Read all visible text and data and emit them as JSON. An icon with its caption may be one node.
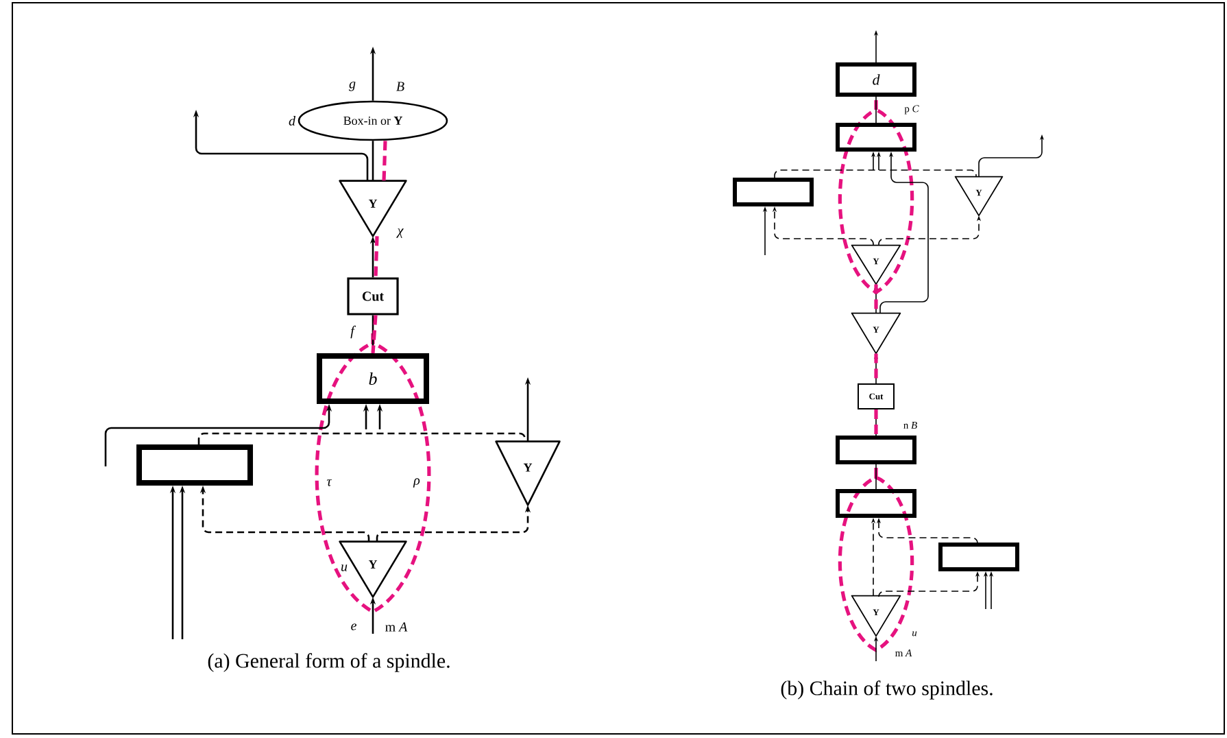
{
  "diagram": {
    "nodes": [
      {
        "text": [
          "Box-in or **Y**"
        ],
        "beside": [
          "d"
        ]
      },
      {
        "text": [
          "Y"
        ]
      },
      {
        "text": [
          "Cut"
        ]
      },
      {
        "text": [
          "b"
        ]
      },
      {
        "text": [],
        "shape": "box"
      },
      {
        "text": [
          "Y"
        ]
      },
      {
        "text": [
          "Y"
        ]
      },
      {
        "text": [
          "d"
        ]
      },
      {
        "text": [],
        "shape": "box"
      },
      {
        "text": [],
        "shape": "box"
      },
      {
        "text": [
          "Y"
        ]
      },
      {
        "text": [
          "Y"
        ]
      },
      {
        "text": [
          "Y"
        ]
      },
      {
        "text": [
          "Cut"
        ]
      },
      {
        "text": [],
        "shape": "box"
      },
      {
        "text": [],
        "shape": "box"
      },
      {
        "text": [],
        "shape": "box"
      },
      {
        "text": [
          "Y"
        ]
      }
    ],
    "edges": [
      {
        "from": null,
        "to": 6,
        "arrow": "to"
      },
      {
        "from": 6,
        "to": 4,
        "arrow": "to",
        "style": "dashed"
      },
      {
        "from": 6,
        "to": 5,
        "arrow": "to",
        "style": "dashed"
      },
      {
        "from": 4,
        "to": 5,
        "arrow": "none",
        "style": "dashed"
      },
      {
        "from": null,
        "to": 4,
        "arrow": "to"
      },
      {
        "from": null,
        "to": 4,
        "arrow": "to"
      },
      {
        "from": null,
        "to": 3,
        "arrow": "to"
      },
      {
        "from": null,
        "to": 3,
        "arrow": "to"
      },
      {
        "from": null,
        "to": 3,
        "arrow": "to"
      },
      {
        "from": 5,
        "to": null,
        "arrow": "to"
      },
      {
        "from": 3,
        "to": 2,
        "arrow": "none"
      },
      {
        "from": 2,
        "to": 1,
        "arrow": "to"
      },
      {
        "from": 1,
        "to": 0,
        "arrow": "none"
      },
      {
        "from": 1,
        "to": null,
        "arrow": "to"
      },
      {
        "from": 0,
        "to": null,
        "arrow": "to"
      },
      {
        "from": 8,
        "to": 7,
        "arrow": "none"
      },
      {
        "from": 7,
        "to": null,
        "arrow": "to"
      },
      {
        "from": null,
        "to": 8,
        "arrow": "to"
      },
      {
        "from": null,
        "to": 8,
        "arrow": "to"
      },
      {
        "from": 12,
        "to": 8,
        "arrow": "to"
      },
      {
        "from": 9,
        "to": 10,
        "arrow": "none",
        "style": "dashed"
      },
      {
        "from": 11,
        "to": 9,
        "arrow": "to",
        "style": "dashed"
      },
      {
        "from": 11,
        "to": 10,
        "arrow": "to",
        "style": "dashed"
      },
      {
        "from": null,
        "to": 9,
        "arrow": "to"
      },
      {
        "from": 10,
        "to": null,
        "arrow": "to"
      },
      {
        "from": 12,
        "to": 11,
        "arrow": "to"
      },
      {
        "from": 13,
        "to": 12,
        "arrow": "to"
      },
      {
        "from": 14,
        "to": 13,
        "arrow": "none"
      },
      {
        "from": 15,
        "to": 14,
        "arrow": "none"
      },
      {
        "from": 17,
        "to": 15,
        "arrow": "to",
        "style": "dashed"
      },
      {
        "from": 16,
        "to": 15,
        "arrow": "to",
        "style": "dashed"
      },
      {
        "from": 17,
        "to": 16,
        "arrow": "to",
        "style": "dashed"
      },
      {
        "from": null,
        "to": 16,
        "arrow": "to"
      },
      {
        "from": null,
        "to": 16,
        "arrow": "to"
      },
      {
        "from": null,
        "to": 17,
        "arrow": "to"
      },
      {
        "from": 0,
        "to": 1,
        "arrow": "none",
        "style": "dashed",
        "color": "#e6127f"
      },
      {
        "from": 1,
        "to": 2,
        "arrow": "none",
        "style": "dashed",
        "color": "#e6127f"
      },
      {
        "from": 2,
        "to": 3,
        "arrow": "none",
        "style": "dashed",
        "color": "#e6127f"
      },
      {
        "from": 11,
        "to": 12,
        "arrow": "none",
        "style": "dashed",
        "color": "#e6127f"
      },
      {
        "from": 12,
        "to": 13,
        "arrow": "none",
        "style": "dashed",
        "color": "#e6127f"
      },
      {
        "from": 13,
        "to": 14,
        "arrow": "none",
        "style": "dashed",
        "color": "#e6127f"
      }
    ],
    "labels": [
      "g",
      "B",
      "χ",
      "f",
      "τ",
      "ρ",
      "u",
      "e",
      "m *A*",
      "(a)  General form of a spindle.",
      "p *C*",
      "n *B*",
      "u",
      "m *A*",
      "(b)  Chain of two spindles."
    ]
  }
}
